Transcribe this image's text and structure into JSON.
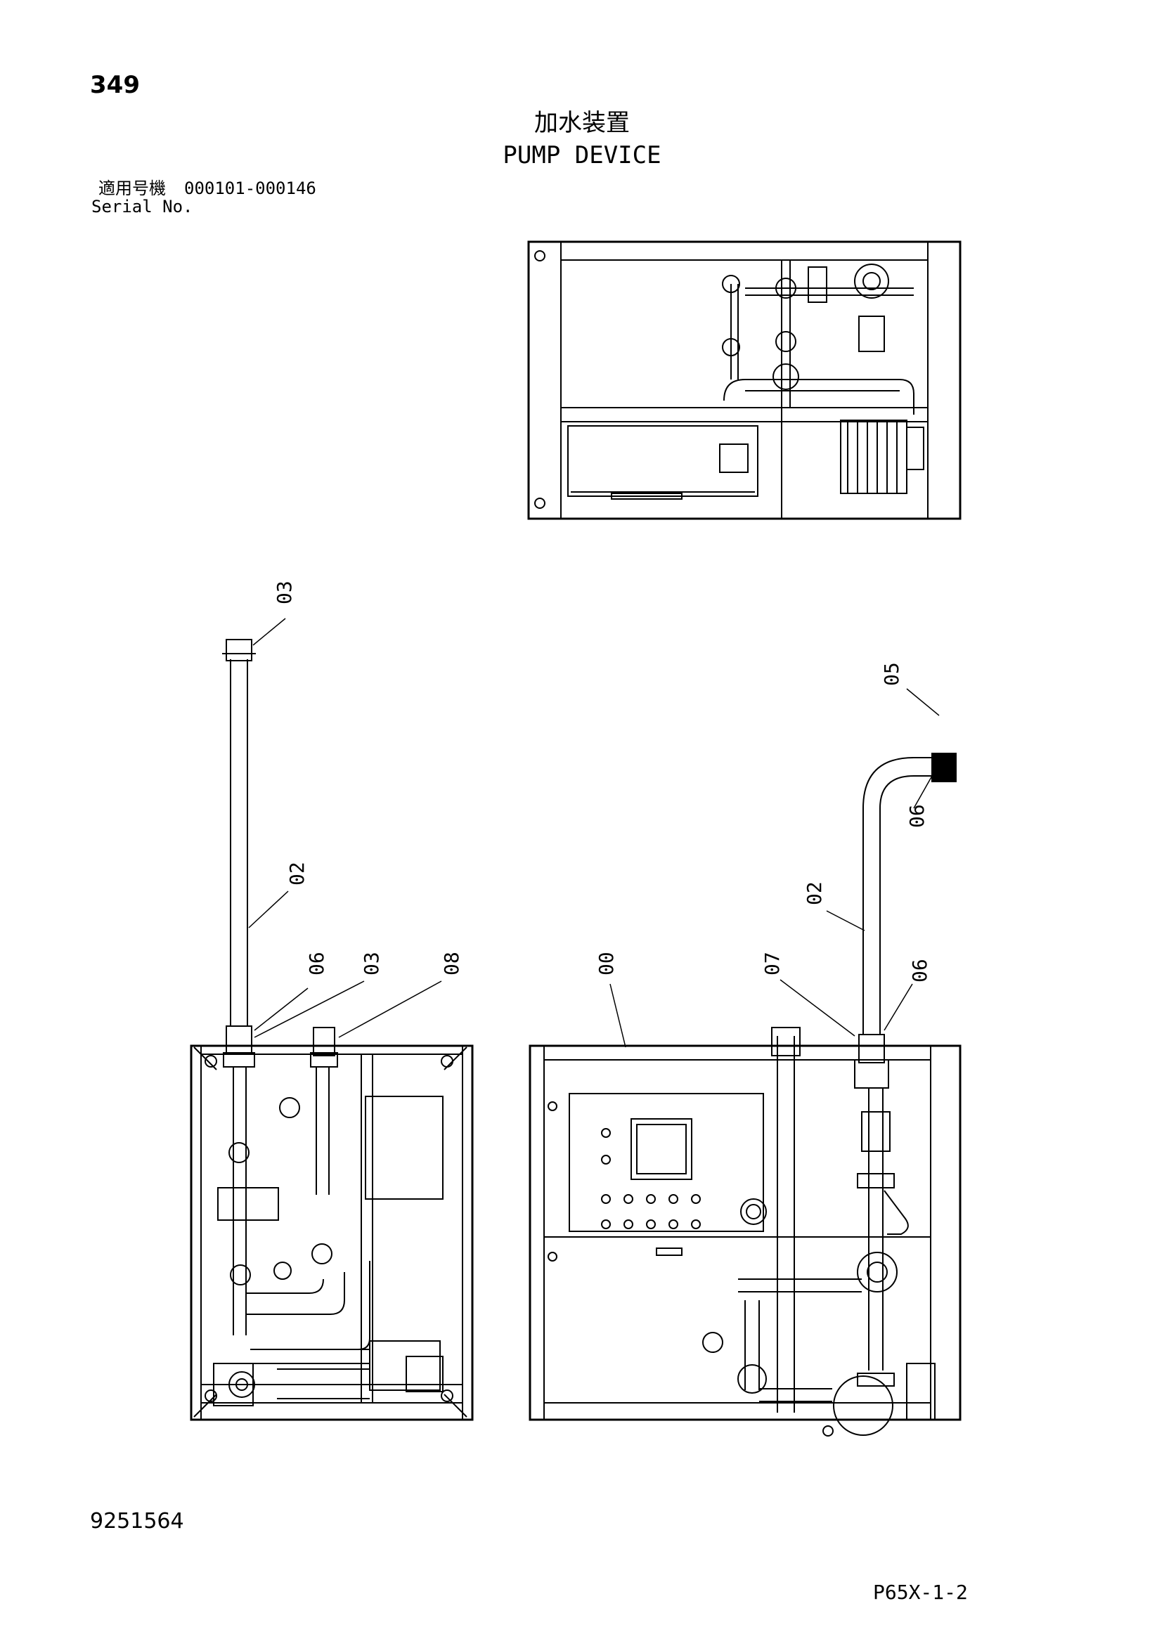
{
  "page": {
    "number": "349",
    "title_jp": "加水装置",
    "title_en": "PUMP DEVICE",
    "serial_label_jp": "適用号機",
    "serial_range": "000101-000146",
    "serial_label_en": "Serial No.",
    "doc_number": "9251564",
    "page_code": "P65X-1-2"
  },
  "callouts": {
    "left_03_top": "03",
    "left_02": "02",
    "left_06": "06",
    "left_03_bottom": "03",
    "left_08": "08",
    "right_00": "00",
    "right_07": "07",
    "right_02": "02",
    "right_06_bottom": "06",
    "right_05": "05",
    "right_06_top": "06"
  }
}
